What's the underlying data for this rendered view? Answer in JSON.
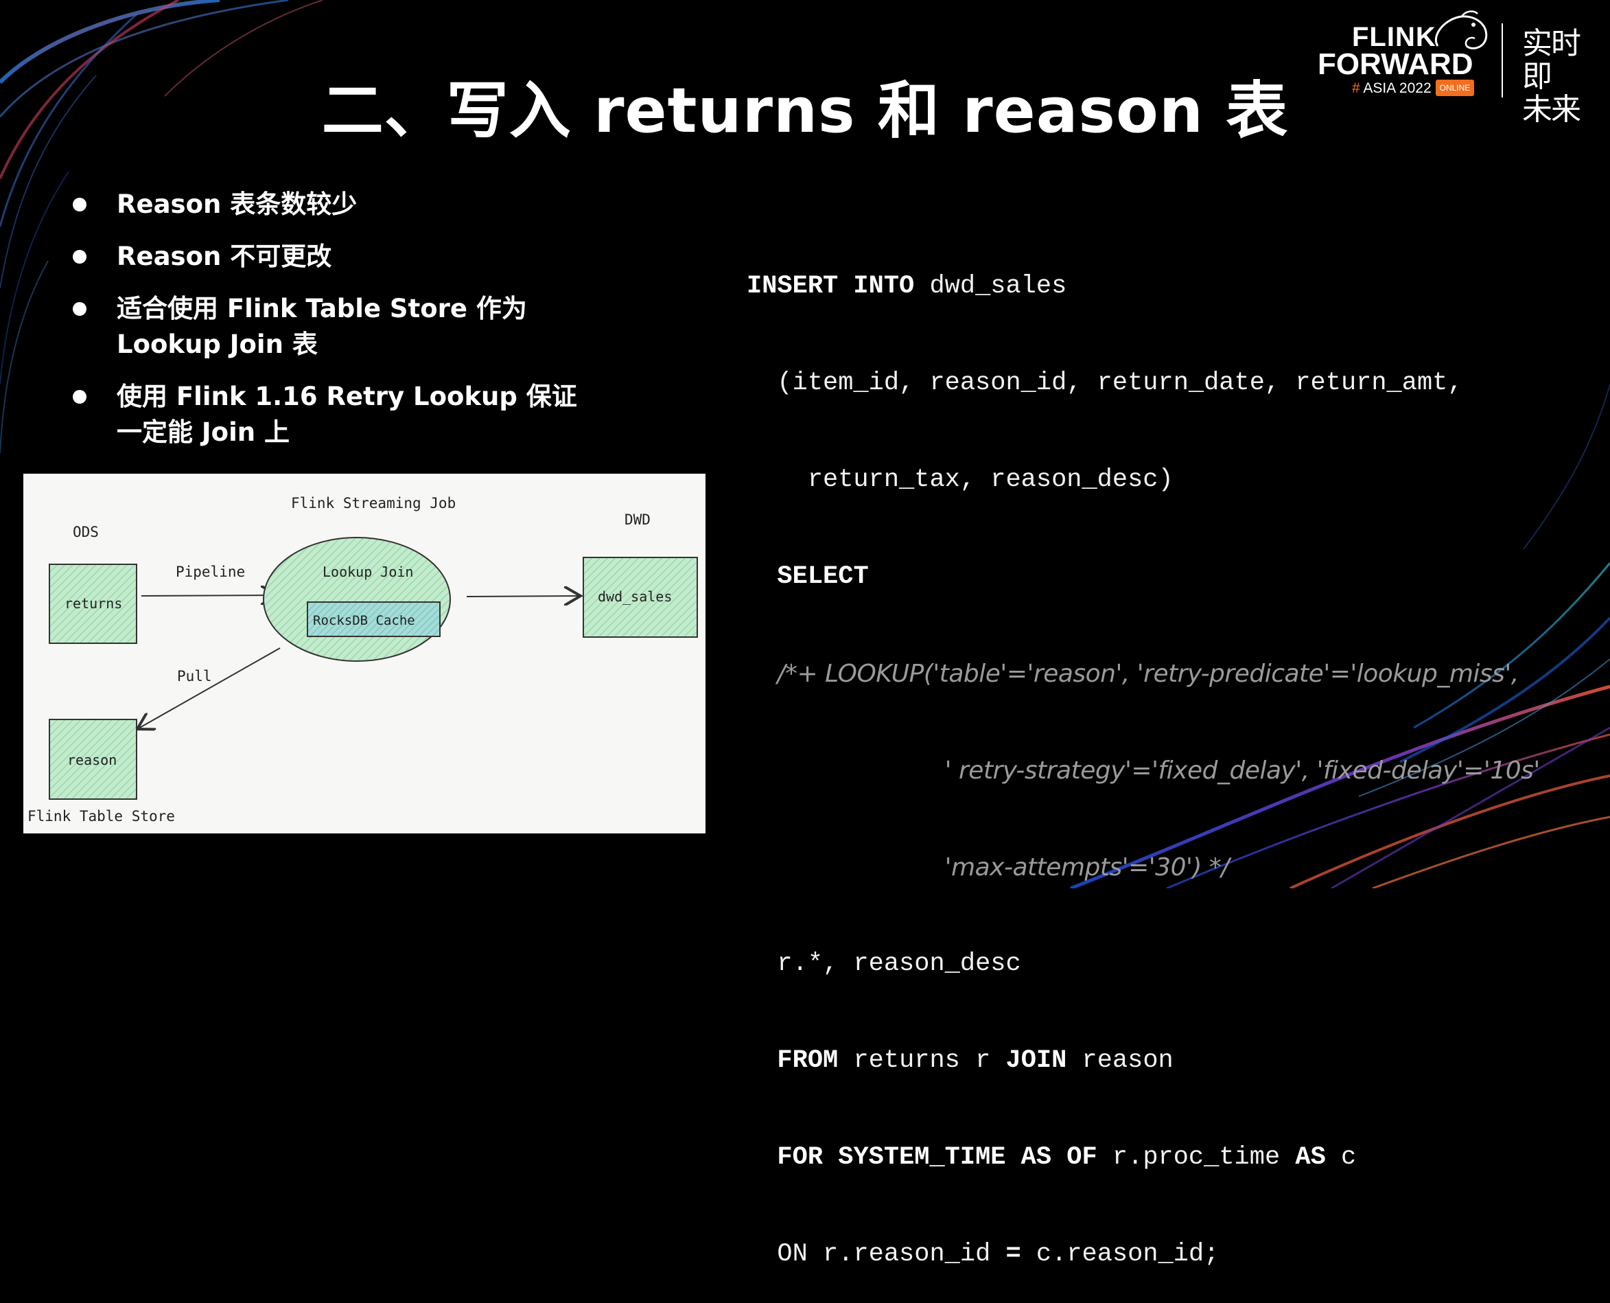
{
  "logo": {
    "line1": "FLINK",
    "line2": "FORWARD",
    "hash": "#",
    "event": "ASIA 2022",
    "online": "ONLINE",
    "cn_line1": "实时即",
    "cn_line2": "未来"
  },
  "title": "二、写入 returns 和 reason 表",
  "bullets": [
    {
      "lines": [
        "Reason 表条数较少"
      ]
    },
    {
      "lines": [
        "Reason 不可更改"
      ]
    },
    {
      "lines": [
        "适合使用 Flink Table Store 作为",
        "Lookup Join 表"
      ]
    },
    {
      "lines": [
        "使用 Flink 1.16 Retry Lookup 保证",
        "一定能 Join 上"
      ]
    }
  ],
  "diagram": {
    "ods_label": "ODS",
    "job_label": "Flink Streaming Job",
    "dwd_label": "DWD",
    "returns": "returns",
    "pipeline": "Pipeline",
    "lookup_join": "Lookup Join",
    "rocksdb": "RocksDB Cache",
    "dwd_sales": "dwd_sales",
    "pull": "Pull",
    "reason": "reason",
    "store_label": "Flink Table Store"
  },
  "code": {
    "l1_kw": "INSERT INTO",
    "l1_rest": " dwd_sales",
    "l2": "  (item_id, reason_id, return_date, return_amt,",
    "l3": "    return_tax, reason_desc)",
    "l4_kw": "SELECT",
    "l5": "/*+ LOOKUP('table'='reason', 'retry-predicate'='lookup_miss',",
    "l6": "' retry-strategy'='fixed_delay', 'fixed-delay'='10s'",
    "l7": "'max-attempts'='30') */",
    "l8": "r.*, reason_desc",
    "l9_kw1": "FROM",
    "l9_mid": " returns r ",
    "l9_kw2": "JOIN",
    "l9_end": " reason",
    "l10_kw1": "FOR SYSTEM_TIME AS OF",
    "l10_mid": " r.proc_time ",
    "l10_kw2": "AS",
    "l10_end": " c",
    "l11_a": "ON r.reason_id ",
    "l11_kw": "=",
    "l11_b": " c.reason_id;"
  },
  "colors": {
    "background": "#000000",
    "box_fill": "#b2e2c0",
    "cache_fill": "#8fd3cf",
    "accent_orange": "#f36e1f",
    "comment_grey": "#9a9a9a"
  }
}
